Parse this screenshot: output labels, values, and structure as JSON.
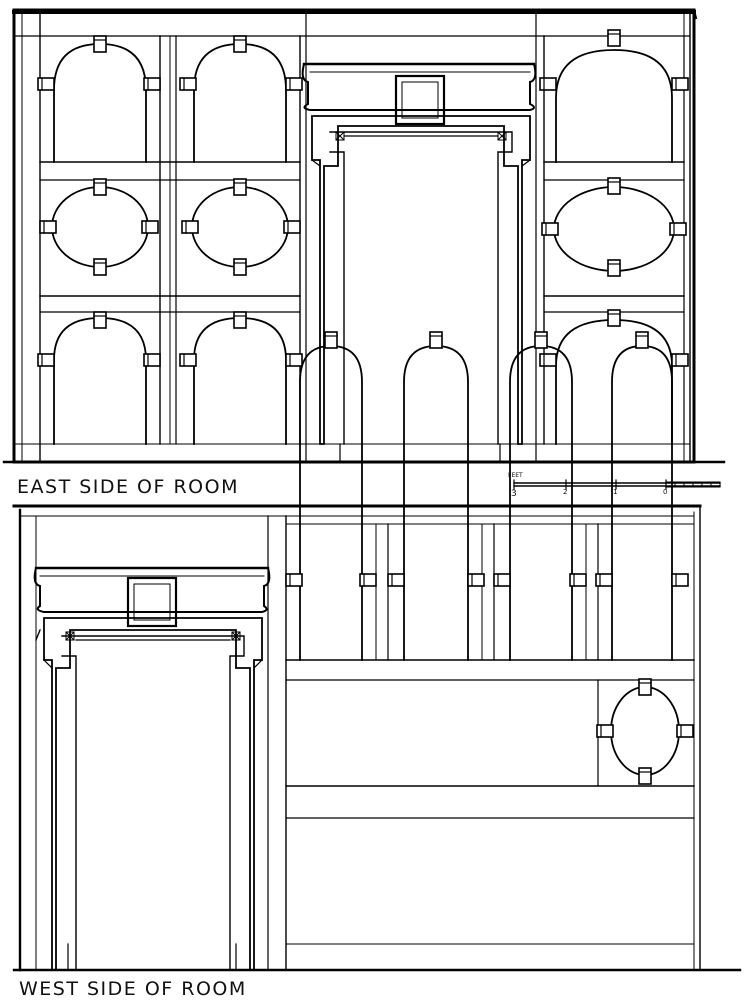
{
  "east": {
    "caption": "EAST SIDE OF ROOM"
  },
  "west": {
    "caption": "WEST SIDE OF ROOM"
  },
  "scale": {
    "unit": "FEET",
    "ticks": [
      "3",
      "2",
      "1",
      "0"
    ]
  }
}
